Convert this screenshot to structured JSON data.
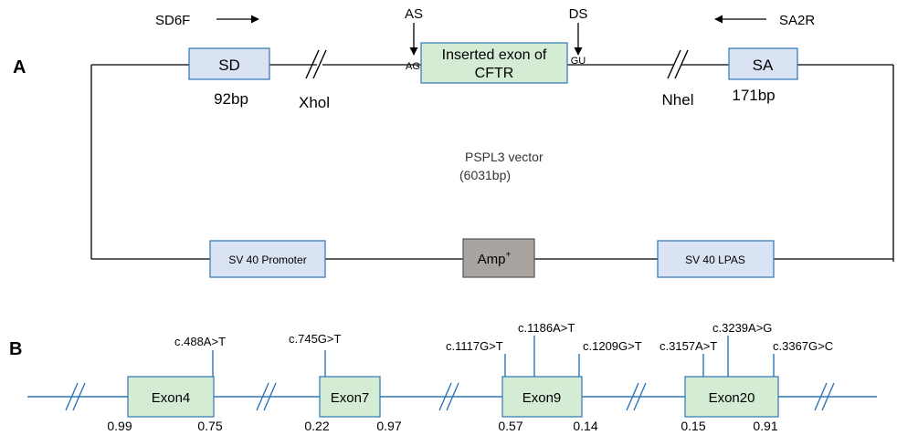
{
  "panel_a": {
    "label": "A",
    "sd6f": "SD6F",
    "as": "AS",
    "ds": "DS",
    "sa2r": "SA2R",
    "sd": "SD",
    "sd_size": "92bp",
    "xhol": "Xhol",
    "ag": "AG",
    "inserted_line1": "Inserted exon of",
    "inserted_line2": "CFTR",
    "gu": "GU",
    "nhel": "Nhel",
    "sa": "SA",
    "sa_size": "171bp",
    "vector_name": "PSPL3 vector",
    "vector_size": "(6031bp)",
    "promoter": "SV 40 Promoter",
    "amp": "Amp",
    "amp_sup": "+",
    "lpas": "SV 40 LPAS"
  },
  "panel_b": {
    "label": "B",
    "exons": [
      {
        "name": "Exon4",
        "left_score": "0.99",
        "right_score": "0.75"
      },
      {
        "name": "Exon7",
        "left_score": "0.22",
        "right_score": "0.97"
      },
      {
        "name": "Exon9",
        "left_score": "0.57",
        "right_score": "0.14"
      },
      {
        "name": "Exon20",
        "left_score": "0.15",
        "right_score": "0.91"
      }
    ],
    "variants": [
      "c.488A>T",
      "c.745G>T",
      "c.1117G>T",
      "c.1186A>T",
      "c.1209G>T",
      "c.3157A>T",
      "c.3239A>G",
      "c.3367G>C"
    ]
  },
  "colors": {
    "exon_fill": "#d5ecd4",
    "box_fill": "#dae3f3",
    "box_stroke": "#2e75b6",
    "amp_fill": "#aaa4a0",
    "line_blue": "#2e75b6"
  }
}
